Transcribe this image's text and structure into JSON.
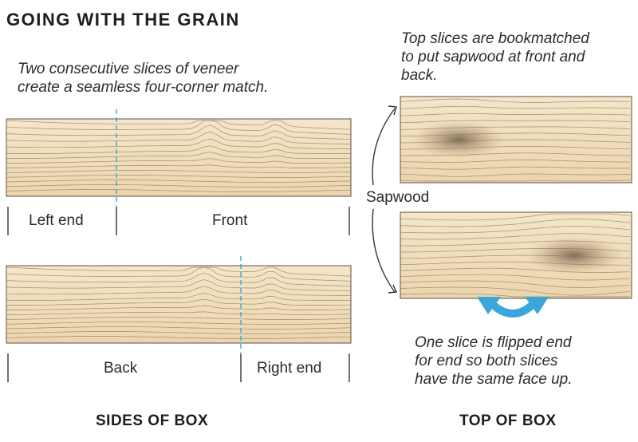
{
  "title": "GOING WITH THE GRAIN",
  "sides_caption": [
    "Two consecutive slices of veneer",
    "create a seamless four-corner match."
  ],
  "top_caption": [
    "Top slices are bookmatched",
    "to put sapwood at front and",
    "back."
  ],
  "flip_caption": [
    "One slice is flipped end",
    "for end so both slices",
    "have the same face up."
  ],
  "labels": {
    "left_end": "Left end",
    "front": "Front",
    "back": "Back",
    "right_end": "Right end",
    "sapwood": "Sapwood"
  },
  "footer": {
    "sides": "SIDES OF BOX",
    "top": "TOP OF BOX"
  },
  "colors": {
    "wood": "#f2dfbe",
    "grain": "#8a7a66",
    "dashed": "#3aa6dc",
    "arrow": "#3aa6dc"
  }
}
